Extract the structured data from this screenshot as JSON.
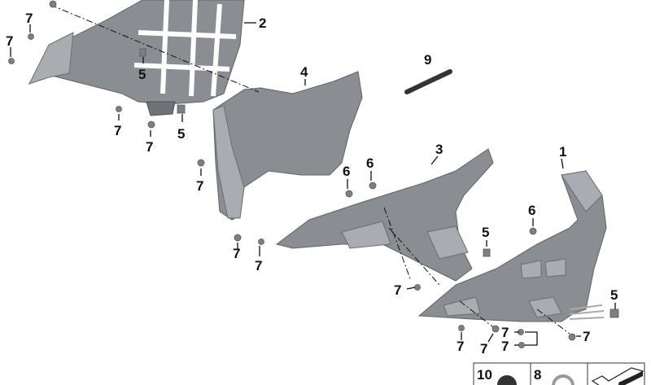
{
  "diagram": {
    "callouts": [
      "7",
      "7",
      "2",
      "5",
      "4",
      "9",
      "7",
      "7",
      "5",
      "7",
      "6",
      "6",
      "3",
      "1",
      "6",
      "5",
      "7",
      "7",
      "7",
      "5",
      "7",
      "7",
      "7",
      "7",
      "7"
    ],
    "legend_boxes": [
      {
        "number": "10",
        "item": "round-plug"
      },
      {
        "number": "8",
        "item": "ring-washer"
      },
      {
        "number": "",
        "item": "tape-strip"
      }
    ]
  }
}
